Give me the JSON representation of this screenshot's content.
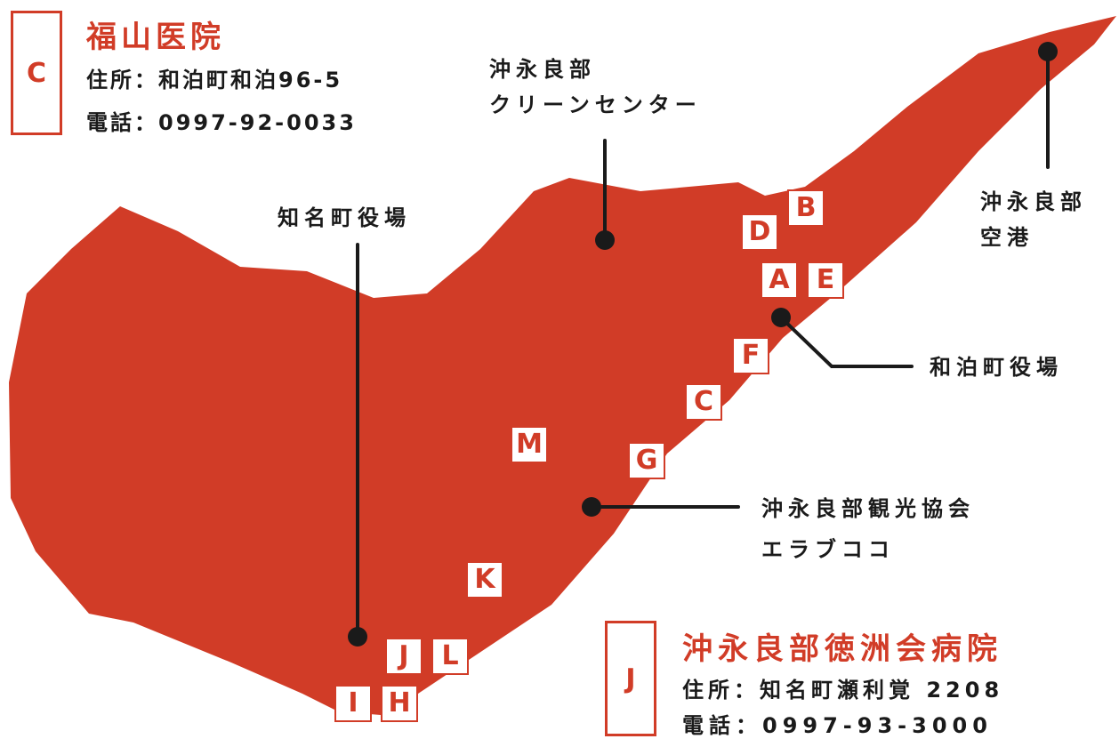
{
  "colors": {
    "land": "#d13c27",
    "text": "#1a1a1a",
    "accent": "#d13c27",
    "background": "#ffffff"
  },
  "info_boxes": [
    {
      "key": "C",
      "name": "福山医院",
      "address": "住所：和泊町和泊96-5",
      "phone": "電話：0997-92-0033"
    },
    {
      "key": "J",
      "name": "沖永良部徳洲会病院",
      "address": "住所：知名町瀬利覚 2208",
      "phone": "電話：0997-93-3000"
    }
  ],
  "landmarks": [
    {
      "line1": "沖永良部",
      "line2": "クリーンセンター"
    },
    {
      "line1": "知名町役場"
    },
    {
      "line1": "沖永良部",
      "line2": "空港"
    },
    {
      "line1": "和泊町役場"
    },
    {
      "line1": "沖永良部観光協会",
      "line2": "エラブココ"
    }
  ],
  "facility_labels": [
    "B",
    "D",
    "A",
    "E",
    "F",
    "C",
    "M",
    "G",
    "K",
    "J",
    "L",
    "I",
    "H"
  ]
}
